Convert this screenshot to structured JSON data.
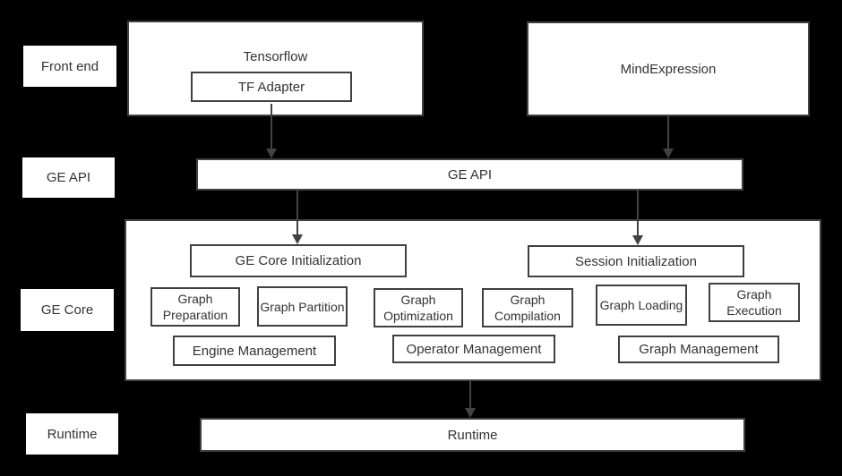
{
  "colors": {
    "background": "#000000",
    "box_fill": "#ffffff",
    "border": "#404040",
    "text": "#333333",
    "arrow": "#424242"
  },
  "side_labels": {
    "front_end": "Front end",
    "ge_api": "GE API",
    "ge_core": "GE Core",
    "runtime": "Runtime"
  },
  "front_end": {
    "tensorflow_title": "Tensorflow",
    "tf_adapter": "TF Adapter",
    "mind_expression": "MindExpression"
  },
  "ge_api": {
    "bar_label": "GE API"
  },
  "ge_core": {
    "initialization": [
      "GE Core Initialization",
      "Session Initialization"
    ],
    "stages": [
      "Graph Preparation",
      "Graph Partition",
      "Graph Optimization",
      "Graph Compilation",
      "Graph Loading",
      "Graph Execution"
    ],
    "management": [
      "Engine Management",
      "Operator Management",
      "Graph Management"
    ]
  },
  "runtime": {
    "bar_label": "Runtime"
  }
}
